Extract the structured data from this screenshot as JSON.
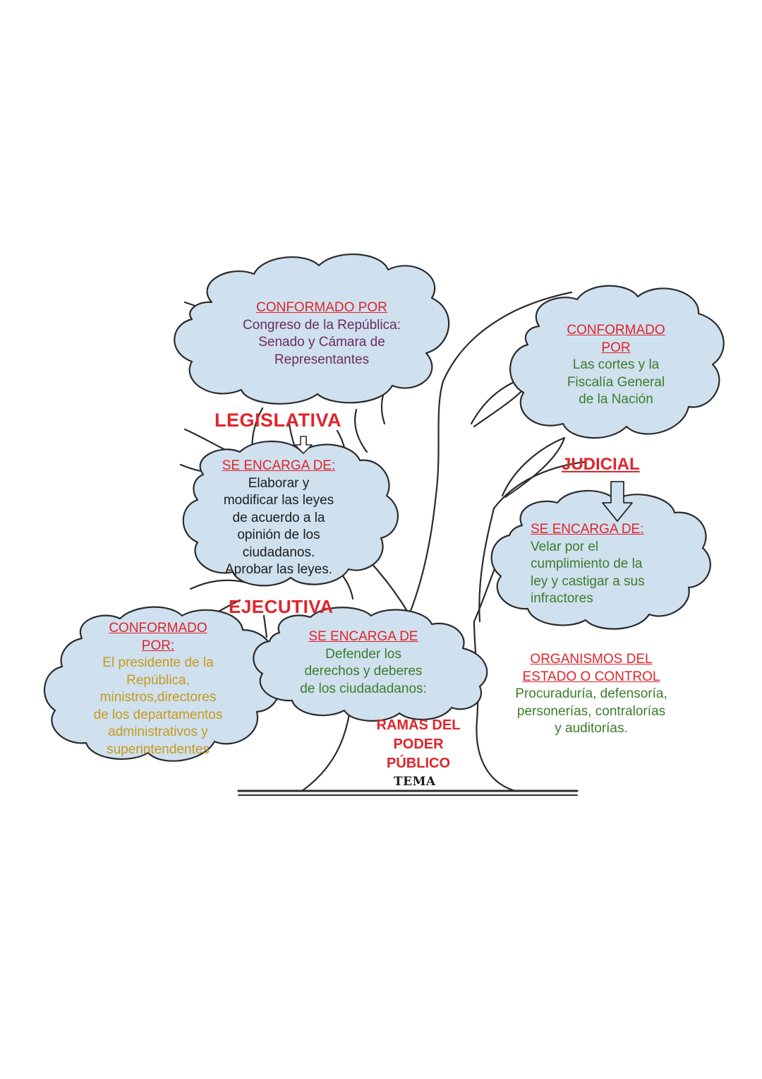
{
  "title": {
    "lines": [
      "RAMAS DEL",
      "PODER",
      "PÚBLICO"
    ],
    "tag": "TEMA"
  },
  "legislativa": {
    "name": "LEGISLATIVA",
    "conformado": {
      "heading": "CONFORMADO POR",
      "lines": [
        "Congreso de la República:",
        "Senado y Cámara de",
        "Representantes"
      ]
    },
    "funcion": {
      "heading": "SE ENCARGA DE:",
      "lines": [
        "Elaborar y",
        "modificar las leyes",
        "de acuerdo a la",
        "opinión de los",
        "ciudadanos.",
        "Aprobar las leyes."
      ]
    }
  },
  "judicial": {
    "name": "JUDICIAL",
    "conformado": {
      "heading_lines": [
        "CONFORMADO",
        "POR"
      ],
      "lines": [
        "Las cortes y la",
        "Fiscalía General",
        "de la Nación"
      ]
    },
    "funcion": {
      "heading": "SE ENCARGA DE:",
      "lines": [
        "Velar por el",
        "cumplimiento de la",
        "ley y castigar a sus",
        "infractores"
      ]
    }
  },
  "ejecutiva": {
    "name": "EJECUTIVA",
    "conformado": {
      "heading_lines": [
        "CONFORMADO",
        "POR:"
      ],
      "lines": [
        "El presidente de la",
        "República,",
        "ministros,directores",
        "de los departamentos",
        "administrativos y",
        "superintendentes"
      ]
    },
    "funcion": {
      "heading": "SE ENCARGA DE",
      "lines": [
        "Defender los",
        "derechos y deberes",
        "de los ciudadadanos:"
      ]
    }
  },
  "organismos": {
    "heading_lines": [
      "ORGANISMOS DEL",
      "ESTADO O CONTROL"
    ],
    "lines": [
      "Procuraduría, defensoría,",
      "personerías, contralorías",
      "y auditorías."
    ]
  },
  "colors": {
    "cloud_fill": "#cfe0ee",
    "outline": "#2b2b2b",
    "heading_red": "#e0242b",
    "purple_text": "#6b2c62",
    "green_text": "#3c7d2b",
    "gold_text": "#c79a1c"
  }
}
